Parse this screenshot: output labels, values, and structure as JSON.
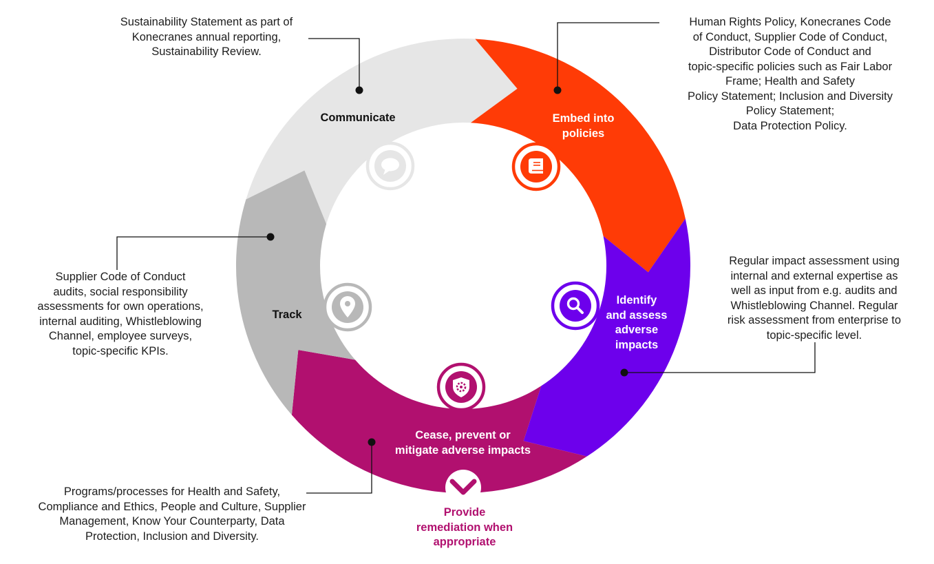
{
  "colors": {
    "communicate": "#e6e6e6",
    "embed": "#ff3b06",
    "identify": "#6d00ec",
    "cease": "#b1106f",
    "track": "#b8b8b8",
    "text": "#1d1d1d",
    "connector": "#111111"
  },
  "segments": {
    "communicate": {
      "label": [
        "Communicate"
      ],
      "icon": "speech-bubble-icon"
    },
    "embed": {
      "label": [
        "Embed into",
        "policies"
      ],
      "icon": "book-icon"
    },
    "identify": {
      "label": [
        "Identify",
        "and assess",
        "adverse",
        "impacts"
      ],
      "icon": "magnifier-icon"
    },
    "cease": {
      "label": [
        "Cease, prevent or",
        "mitigate adverse impacts"
      ],
      "icon": "shield-gear-icon"
    },
    "track": {
      "label": [
        "Track"
      ],
      "icon": "location-pin-icon"
    }
  },
  "remediation": {
    "icon": "chevron-down-icon",
    "label": [
      "Provide",
      "remediation when",
      "appropriate"
    ]
  },
  "notes": {
    "communicate": [
      "Sustainability Statement as part of",
      "Konecranes annual reporting,",
      "Sustainability Review."
    ],
    "embed": [
      "Human Rights Policy, Konecranes Code",
      "of Conduct, Supplier Code of Conduct,",
      "Distributor Code of Conduct and",
      "topic-specific policies such as Fair Labor",
      "Frame; Health and Safety",
      "Policy Statement; Inclusion and Diversity",
      "Policy Statement;",
      "Data Protection Policy."
    ],
    "identify": [
      "Regular impact assessment using",
      "internal and external expertise as",
      "well as input from e.g. audits and",
      "Whistleblowing Channel. Regular",
      "risk assessment from enterprise to",
      "topic-specific level."
    ],
    "track": [
      "Supplier Code of Conduct",
      "audits, social responsibility",
      "assessments for own operations,",
      "internal auditing, Whistleblowing",
      "Channel, employee surveys,",
      "topic-specific KPIs."
    ],
    "cease": [
      "Programs/processes for Health and Safety,",
      "Compliance and Ethics, People and Culture, Supplier",
      "Management, Know Your Counterparty, Data",
      "Protection, Inclusion and Diversity."
    ]
  }
}
